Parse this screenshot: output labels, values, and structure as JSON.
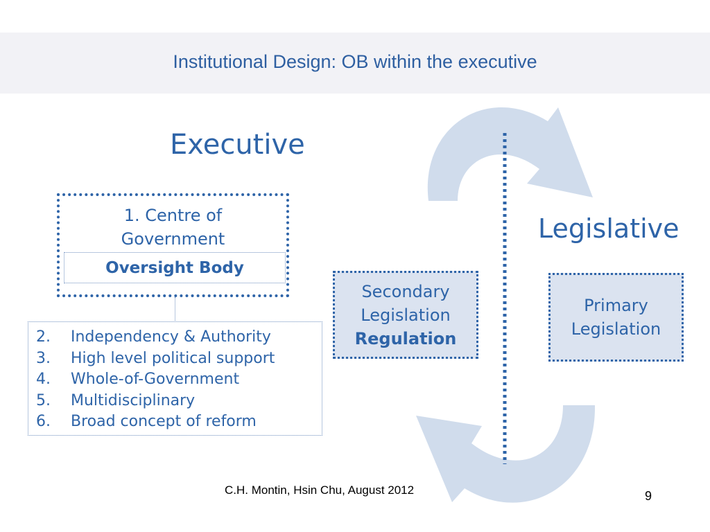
{
  "slide": {
    "title": "Institutional Design: OB within the executive",
    "footer": "C.H. Montin, Hsin Chu, August 2012",
    "page_number": "9"
  },
  "diagram": {
    "executive_label": "Executive",
    "legislative_label": "Legislative",
    "centre_of_government": {
      "line1": "1. Centre of",
      "line2": "Government",
      "oversight_body": "Oversight Body"
    },
    "principles": [
      {
        "num": "2.",
        "text": "Independency & Authority"
      },
      {
        "num": "3.",
        "text": "High level political support"
      },
      {
        "num": "4.",
        "text": "Whole-of-Government"
      },
      {
        "num": "5.",
        "text": "Multidisciplinary"
      },
      {
        "num": "6.",
        "text": "Broad concept of reform"
      }
    ],
    "secondary": {
      "line1": "Secondary",
      "line2": "Legislation",
      "line3": "Regulation"
    },
    "primary": {
      "line1": "Primary",
      "line2": "Legislation"
    }
  },
  "colors": {
    "accent": "#2e64a8",
    "title": "#2e5fa1",
    "box_fill": "#dbe3f0",
    "arrow_fill": "#d0dcec",
    "header_band": "#f2f2f6"
  }
}
